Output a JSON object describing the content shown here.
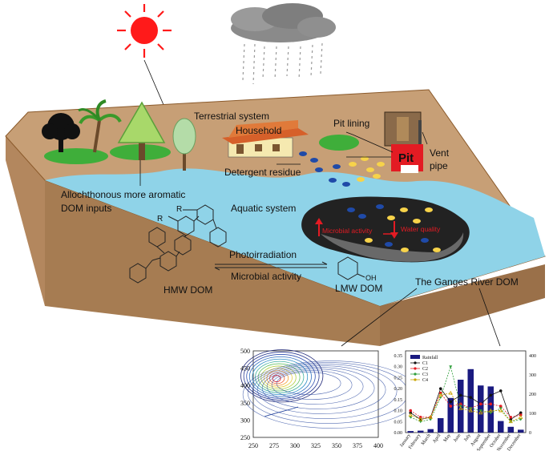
{
  "labels": {
    "terrestrial": "Terrestrial system",
    "household": "Household",
    "pit_lining": "Pit lining",
    "pit": "Pit",
    "vent_pipe_1": "Vent",
    "vent_pipe_2": "pipe",
    "detergent": "Detergent residue",
    "allochthonous_1": "Allochthonous more aromatic",
    "allochthonous_2": "DOM inputs",
    "aquatic": "Aquatic system",
    "microbial_activity_red": "Microbial activity",
    "water_quality": "Water quality",
    "photoirradiation": "Photoirradiation",
    "microbial_activity": "Microbial activity",
    "hmw": "HMW DOM",
    "lmw": "LMW DOM",
    "ganges": "The Ganges River DOM",
    "r1": "R",
    "r2": "R",
    "oh": "OH"
  },
  "colors": {
    "sky_sun": "#ff1a1a",
    "land": "#c79f76",
    "land_edge": "#8b5a2b",
    "water": "#8fd3e8",
    "grass": "#3fae3a",
    "pit_red": "#e31b23",
    "stain_dark": "#111111",
    "blue_particle": "#1f4aa8",
    "yellow_particle": "#f7d34a",
    "bar_navy": "#1a1a80"
  },
  "chart_data": [
    {
      "type": "contour",
      "x_ticks": [
        "250",
        "275",
        "300",
        "325",
        "350",
        "375",
        "400"
      ],
      "y_ticks": [
        "500",
        "450",
        "400",
        "350",
        "300",
        "250"
      ],
      "xlim": [
        250,
        400
      ],
      "ylim": [
        250,
        500
      ],
      "peak": {
        "x": 278,
        "y": 420
      }
    },
    {
      "type": "bar+line",
      "categories": [
        "January",
        "February",
        "March",
        "April",
        "May",
        "June",
        "July",
        "August",
        "September",
        "October",
        "November",
        "December"
      ],
      "left_ticks": [
        "0.35",
        "0.30",
        "0.25",
        "0.20",
        "0.15",
        "0.10",
        "0.05",
        "0.00"
      ],
      "right_ticks": [
        "400",
        "300",
        "200",
        "100",
        "0"
      ],
      "left_lim": [
        0,
        0.35
      ],
      "right_lim": [
        0,
        400
      ],
      "legend_position": "top-left",
      "series": [
        {
          "name": "Rainfall",
          "kind": "bar",
          "axis": "right",
          "color": "#1a1a80",
          "values": [
            8,
            10,
            18,
            75,
            180,
            275,
            330,
            245,
            240,
            60,
            30,
            15
          ]
        },
        {
          "name": "C1",
          "kind": "line",
          "axis": "left",
          "color": "#111111",
          "marker": "circle",
          "values": [
            0.09,
            0.06,
            0.07,
            0.2,
            0.14,
            0.17,
            0.16,
            0.13,
            0.17,
            0.19,
            0.06,
            0.09
          ]
        },
        {
          "name": "C2",
          "kind": "line",
          "axis": "left",
          "color": "#e31b23",
          "marker": "circle",
          "values": [
            0.1,
            0.07,
            0.07,
            0.18,
            0.12,
            0.13,
            0.11,
            0.13,
            0.13,
            0.12,
            0.07,
            0.08
          ]
        },
        {
          "name": "C3",
          "kind": "line",
          "axis": "left",
          "color": "#2e9e3a",
          "marker": "triangle-down",
          "values": [
            0.07,
            0.05,
            0.06,
            0.16,
            0.3,
            0.12,
            0.11,
            0.1,
            0.09,
            0.11,
            0.05,
            0.06
          ]
        },
        {
          "name": "C4",
          "kind": "line",
          "axis": "left",
          "color": "#c8a400",
          "marker": "triangle-up",
          "values": [
            0.08,
            0.06,
            0.07,
            0.17,
            0.18,
            0.11,
            0.1,
            0.09,
            0.1,
            0.1,
            0.05,
            0.07
          ]
        }
      ]
    }
  ]
}
